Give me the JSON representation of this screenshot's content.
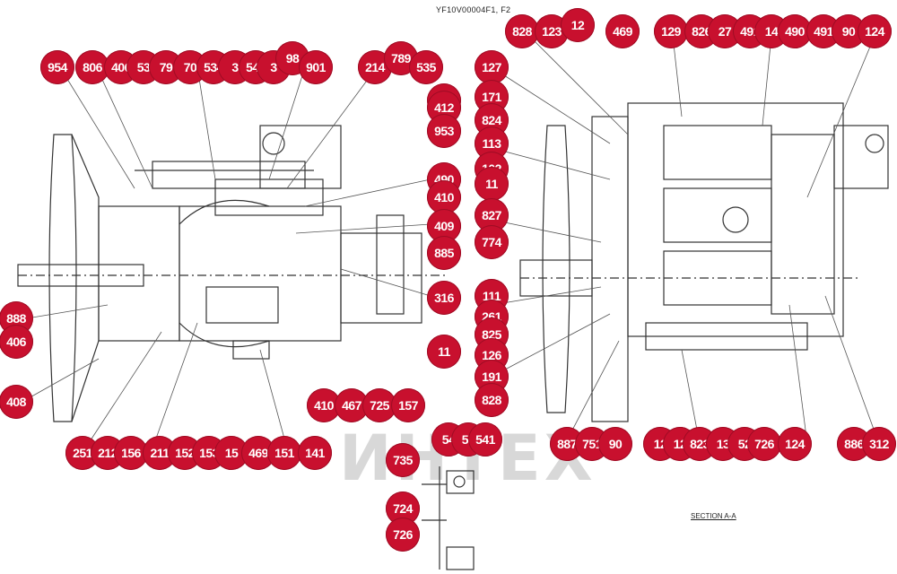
{
  "drawing_code": "YF10V00004F1, F2",
  "section_label": "SECTION  A-A",
  "watermark_text": "ИНТЕХ",
  "colors": {
    "callout": "#c8102e",
    "line": "#333333"
  },
  "callouts": [
    "954",
    "806",
    "406",
    "53",
    "79",
    "70",
    "534",
    "3",
    "548",
    "3",
    "98",
    "901",
    "214",
    "789",
    "535",
    "307",
    "412",
    "953",
    "490",
    "410",
    "409",
    "885",
    "316",
    "11",
    "888",
    "406",
    "408",
    "410",
    "467",
    "725",
    "157",
    "251",
    "212",
    "156",
    "211",
    "152",
    "153",
    "15",
    "469",
    "151",
    "141",
    "828",
    "123",
    "12",
    "469",
    "129",
    "826",
    "27",
    "491",
    "14",
    "490",
    "491",
    "90",
    "124",
    "127",
    "171",
    "824",
    "113",
    "102",
    "11",
    "827",
    "774",
    "111",
    "261",
    "825",
    "126",
    "191",
    "828",
    "887",
    "751",
    "90",
    "12",
    "12",
    "823",
    "13",
    "52",
    "726",
    "124",
    "886",
    "312",
    "735",
    "54",
    "54",
    "541",
    "724",
    "726"
  ]
}
